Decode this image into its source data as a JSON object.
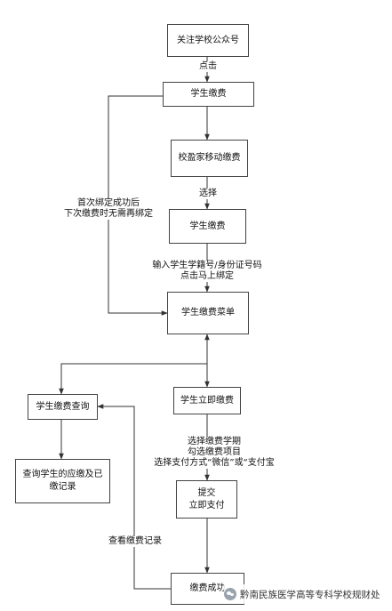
{
  "nodes": {
    "follow": "关注学校公众号",
    "pay1": "学生缴费",
    "mobile": "校盈家移动缴费",
    "pay2": "学生缴费",
    "menu": "学生缴费菜单",
    "query": "学生缴费查询",
    "immediate": "学生立即缴费",
    "records_line1": "查询学生的应缴及已",
    "records_line2": "缴记录",
    "submit_line1": "提交",
    "submit_line2": "立即支付",
    "success": "缴费成功"
  },
  "labels": {
    "click": "点击",
    "select": "选择",
    "bind_line1": "输入学生学籍号/身份证号码",
    "bind_line2": "点击马上绑定",
    "first_bind_line1": "首次绑定成功后",
    "first_bind_line2": "下次缴费时无需再绑定",
    "choose_line1": "选择缴费学期",
    "choose_line2": "勾选缴费项目",
    "choose_line3": "选择支付方式“微信”或“支付宝",
    "view_records": "查看缴费记录"
  },
  "watermark": "黔南民族医学高等专科学校规财处"
}
